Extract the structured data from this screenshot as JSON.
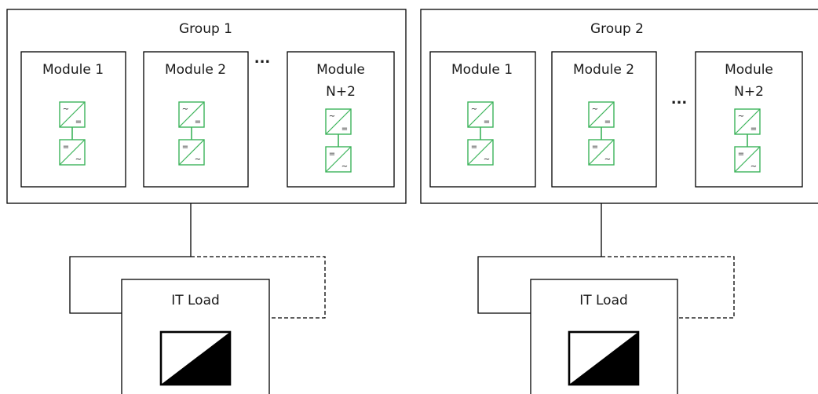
{
  "diagram": {
    "groups": [
      {
        "label": "Group 1",
        "modules": [
          {
            "label_lines": [
              "Module 1"
            ]
          },
          {
            "label_lines": [
              "Module 2"
            ]
          },
          {
            "label_lines": [
              "Module",
              "N+2"
            ]
          }
        ],
        "ellipsis": "...",
        "load_label": "IT Load"
      },
      {
        "label": "Group 2",
        "modules": [
          {
            "label_lines": [
              "Module 1"
            ]
          },
          {
            "label_lines": [
              "Module 2"
            ]
          },
          {
            "label_lines": [
              "Module",
              "N+2"
            ]
          }
        ],
        "ellipsis": "...",
        "load_label": "IT Load"
      }
    ],
    "converter_symbols": {
      "ac": "~",
      "dc": "="
    },
    "colors": {
      "converter": "#3cb35a",
      "line": "#000000",
      "fill": "#ffffff",
      "load_icon": "#000000"
    }
  }
}
